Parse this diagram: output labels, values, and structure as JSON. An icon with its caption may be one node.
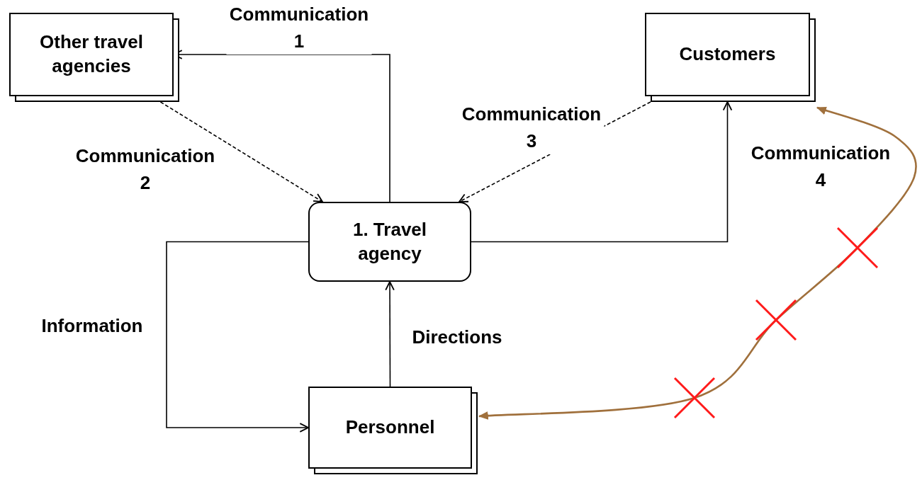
{
  "diagram": {
    "nodes": [
      {
        "text": [
          "Other travel agencies"
        ]
      },
      {
        "text": [
          "Customers"
        ]
      },
      {
        "text": [
          "1. Travel agency"
        ]
      },
      {
        "text": [
          "Personnel"
        ]
      }
    ],
    "edges": [
      {
        "from": 2,
        "to": 0,
        "arrow": "to",
        "label": "Communication 1"
      },
      {
        "from": 0,
        "to": 2,
        "arrow": "to",
        "label": "Communication 2",
        "style": "dashed"
      },
      {
        "from": 1,
        "to": 2,
        "arrow": "to",
        "label": "Communication 3",
        "style": "dashed"
      },
      {
        "from": 2,
        "to": 1,
        "arrow": "to",
        "label": "Communication 4"
      },
      {
        "from": 2,
        "to": 3,
        "arrow": "to",
        "label": "Information"
      },
      {
        "from": 3,
        "to": 2,
        "arrow": "to",
        "label": "Directions"
      },
      {
        "from": 3,
        "to": 1,
        "arrow": "both",
        "color": "#a0703c"
      }
    ]
  }
}
